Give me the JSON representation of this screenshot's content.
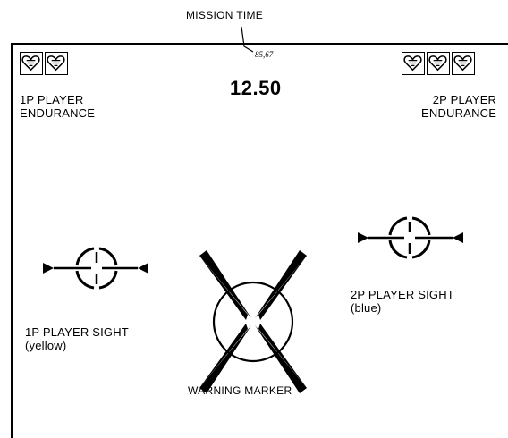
{
  "mission_time": {
    "label": "MISSION TIME",
    "sample_value": "85,67",
    "display_value": "12.50"
  },
  "player1": {
    "endurance_line1": "1P PLAYER",
    "endurance_line2": "ENDURANCE",
    "endurance_icons": 2,
    "sight_line1": "1P PLAYER SIGHT",
    "sight_line2": "(yellow)"
  },
  "player2": {
    "endurance_line1": "2P PLAYER",
    "endurance_line2": "ENDURANCE",
    "endurance_icons": 3,
    "sight_line1": "2P PLAYER SIGHT",
    "sight_line2": "(blue)"
  },
  "warning_marker": {
    "label": "WARNING MARKER"
  },
  "icons": {
    "endurance": "heart-icon",
    "sight": "crosshair-icon",
    "warning": "warning-marker-icon"
  }
}
